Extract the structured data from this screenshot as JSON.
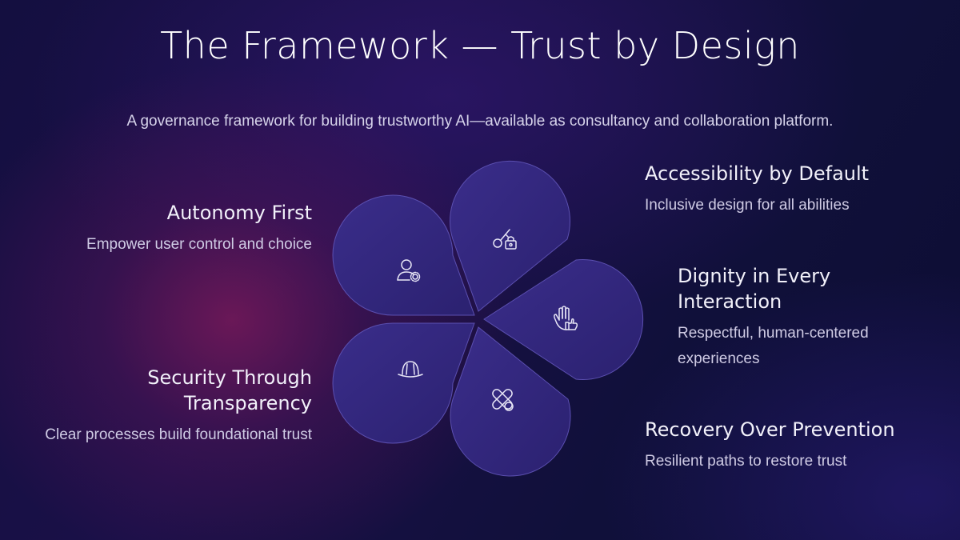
{
  "title": "The Framework — Trust by Design",
  "subtitle": "A governance framework for building trustworthy AI—available as consultancy and collaboration platform.",
  "petals": [
    {
      "title": "Autonomy First",
      "description": "Empower user control and choice",
      "icon": "user-gear-icon"
    },
    {
      "title": "Accessibility by Default",
      "description": "Inclusive design for all abilities",
      "icon": "key-lock-icon"
    },
    {
      "title": "Dignity in Every Interaction",
      "title_lines": [
        "Dignity in Every",
        "Interaction"
      ],
      "description_lines": [
        "Respectful, human-centered",
        "experiences"
      ],
      "icon": "hand-thumbs-up-icon"
    },
    {
      "title": "Security Through Transparency",
      "title_lines": [
        "Security Through",
        "Transparency"
      ],
      "description": "Clear processes build foundational trust",
      "icon": "helmet-icon"
    },
    {
      "title": "Recovery Over Prevention",
      "description": "Resilient paths to restore trust",
      "icon": "bandage-icon"
    }
  ],
  "colors": {
    "petal_fill": "#33287e",
    "petal_stroke": "#5b4fb0",
    "text": "#ffffff",
    "muted_text": "#cfcbe4"
  }
}
